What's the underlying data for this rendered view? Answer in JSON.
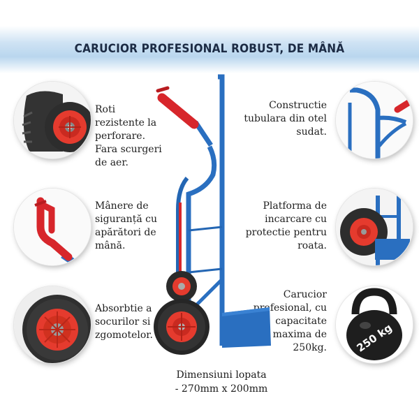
{
  "header": {
    "title": "CARUCIOR PROFESIONAL ROBUST, DE MÂNĂ"
  },
  "features_left": [
    {
      "lines": [
        "Roti",
        "rezistente la",
        "perforare.",
        "Fara scurgeri",
        "de aer."
      ],
      "icon": "wheel-tread-icon"
    },
    {
      "lines": [
        "Mânere de",
        "siguranță cu",
        "apărători de",
        "mână."
      ],
      "icon": "red-handle-icon"
    },
    {
      "lines": [
        "Absorbtie a",
        "socurilor si",
        "zgomotelor."
      ],
      "icon": "wheel-icon"
    }
  ],
  "features_right": [
    {
      "lines": [
        "Constructie",
        "tubulara din otel",
        "sudat."
      ],
      "icon": "steel-tube-icon"
    },
    {
      "lines": [
        "Platforma de",
        "incarcare cu",
        "protectie pentru",
        "roata."
      ],
      "icon": "wheel-guard-icon"
    },
    {
      "lines": [
        "Carucior",
        "profesional, cu",
        "capacitate",
        "maxima de",
        "250kg."
      ],
      "icon": "kettlebell-icon"
    }
  ],
  "kettlebell_label": "250 kg",
  "dimensions": {
    "lines": [
      "Dimensiuni lopata",
      "- 270mm x 200mm"
    ]
  },
  "colors": {
    "frame_blue": "#2a6fc0",
    "handle_red": "#d7262b",
    "hub_red": "#e53b2e",
    "tire": "#2b2b2b"
  }
}
